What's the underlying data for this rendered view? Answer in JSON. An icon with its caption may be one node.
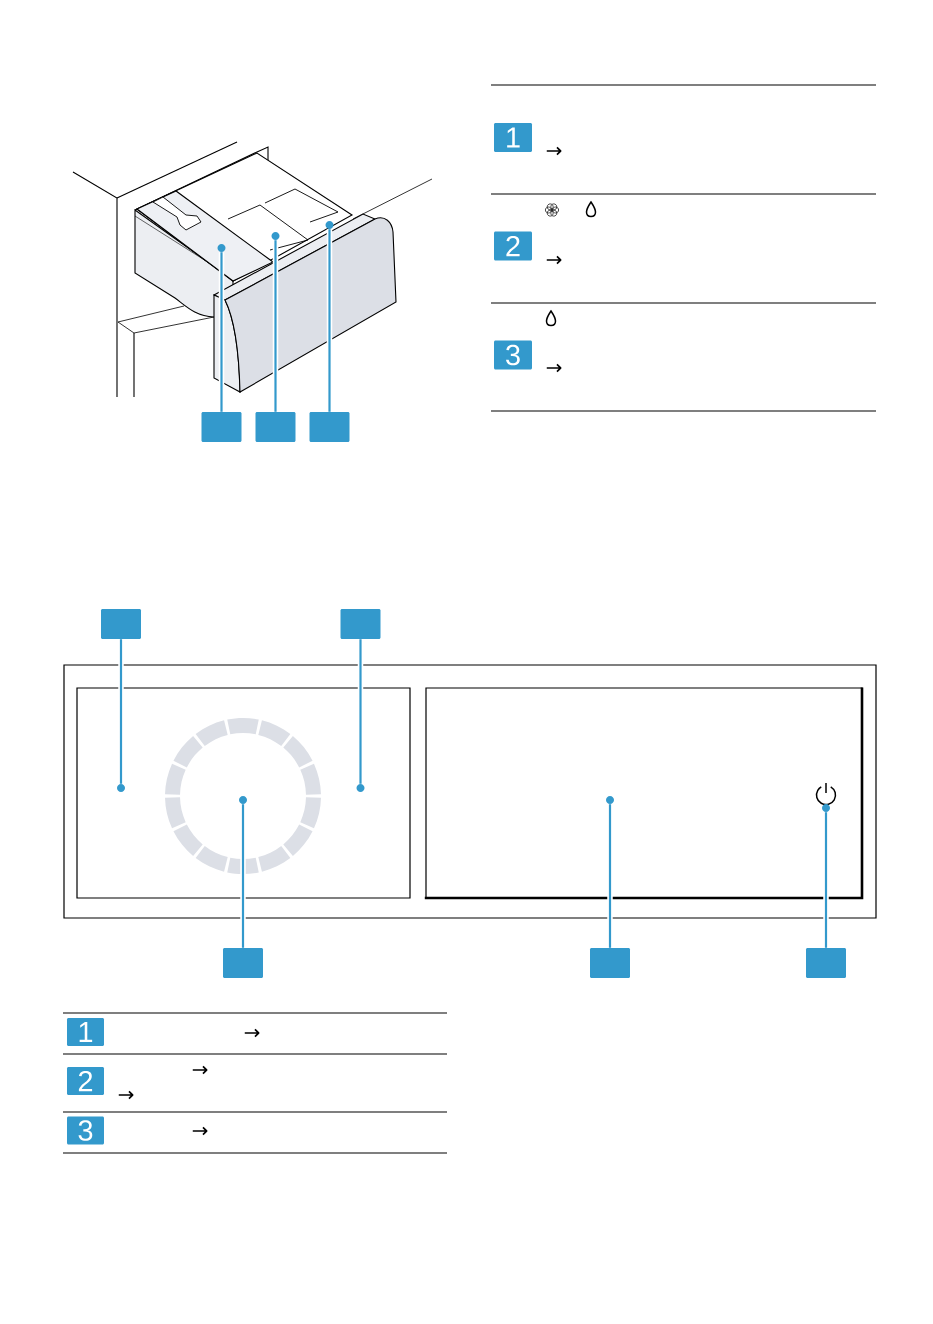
{
  "diagram": {
    "nodes": [
      {
        "text": [],
        "shape": "circle"
      },
      {
        "text": [],
        "shape": "circle"
      },
      {
        "text": [],
        "shape": "circle"
      },
      {
        "text": [],
        "shape": "box"
      },
      {
        "text": [],
        "shape": "box"
      },
      {
        "text": [],
        "shape": "box"
      },
      {
        "text": [
          "1"
        ]
      },
      {
        "text": [
          "2"
        ]
      },
      {
        "text": [
          "3"
        ]
      },
      {
        "text": [],
        "shape": "box"
      },
      {
        "text": [],
        "shape": "box"
      },
      {
        "text": [],
        "shape": "box"
      },
      {
        "text": [],
        "shape": "circle",
        "in": 11
      },
      {
        "text": [],
        "shape": "circle",
        "in": 11
      },
      {
        "text": [],
        "shape": "circle",
        "in": 13
      },
      {
        "text": [],
        "shape": "circle",
        "in": 11
      },
      {
        "text": [],
        "shape": "box"
      },
      {
        "text": [],
        "shape": "circle",
        "in": 16
      },
      {
        "text": [],
        "shape": "circle",
        "in": 16
      },
      {
        "text": [],
        "shape": "box"
      },
      {
        "text": [],
        "shape": "box"
      },
      {
        "text": [],
        "shape": "box"
      },
      {
        "text": [
          "1"
        ]
      },
      {
        "text": [
          "2"
        ]
      },
      {
        "text": [
          "3"
        ]
      }
    ],
    "edges": [
      {
        "from": 3,
        "to": 0,
        "arrow": "none"
      },
      {
        "from": 4,
        "to": 1,
        "arrow": "none"
      },
      {
        "from": 5,
        "to": 2,
        "arrow": "none"
      },
      {
        "from": 9,
        "to": 12,
        "arrow": "none"
      },
      {
        "from": 10,
        "to": 15,
        "arrow": "none"
      },
      {
        "from": 19,
        "to": 14,
        "arrow": "none"
      },
      {
        "from": 20,
        "to": 17,
        "arrow": "none"
      },
      {
        "from": 21,
        "to": 18,
        "arrow": "none"
      }
    ],
    "labels": [
      "→",
      "→",
      "→",
      "→",
      "→",
      "→",
      "→"
    ]
  }
}
